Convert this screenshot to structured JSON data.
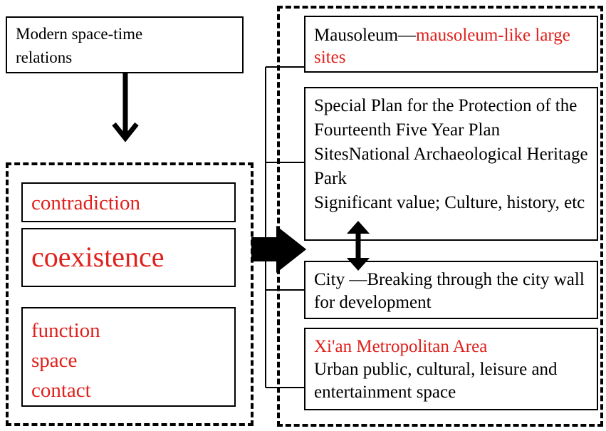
{
  "modern_box": {
    "text": "Modern space-time relations"
  },
  "left_group": {
    "contradiction": "contradiction",
    "coexistence": "coexistence",
    "function": "function",
    "space": "space",
    "contact": "contact"
  },
  "right_group": {
    "mausoleum": {
      "prefix": "Mausoleum—",
      "highlight": "mausoleum-like large sites"
    },
    "special_plan": {
      "line1": "Special Plan for the Protection of the Fourteenth Five Year Plan SitesNational Archaeological Heritage Park",
      "line2": "Significant value; Culture, history, etc"
    },
    "city": {
      "text": "City —Breaking through the city wall for development"
    },
    "xian": {
      "highlight": "Xi'an Metropolitan Area",
      "text": "Urban public, cultural, leisure and entertainment space"
    }
  },
  "colors": {
    "highlight": "#e0201b",
    "line": "#000000"
  }
}
